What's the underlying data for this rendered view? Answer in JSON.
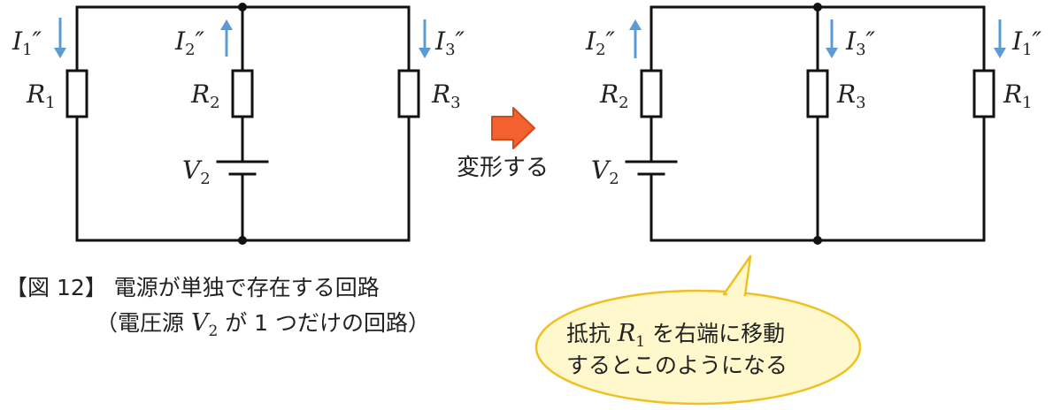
{
  "colors": {
    "wire": "#111111",
    "current_arrow": "#5b9bd5",
    "transform_arrow_fill": "#f2612e",
    "transform_arrow_stroke": "#d04a1c",
    "callout_fill": "#fff8cc",
    "callout_stroke": "#f0c020",
    "text": "#222222"
  },
  "left_circuit": {
    "currents": [
      {
        "base": "I",
        "sub": "1",
        "prime": "″",
        "direction": "down"
      },
      {
        "base": "I",
        "sub": "2",
        "prime": "″",
        "direction": "up"
      },
      {
        "base": "I",
        "sub": "3",
        "prime": "″",
        "direction": "down"
      }
    ],
    "resistors": [
      {
        "base": "R",
        "sub": "1"
      },
      {
        "base": "R",
        "sub": "2"
      },
      {
        "base": "R",
        "sub": "3"
      }
    ],
    "source": {
      "base": "V",
      "sub": "2"
    }
  },
  "transform": {
    "label": "変形する",
    "icon": "right-arrow-icon"
  },
  "right_circuit": {
    "currents": [
      {
        "base": "I",
        "sub": "2",
        "prime": "″",
        "direction": "up"
      },
      {
        "base": "I",
        "sub": "3",
        "prime": "″",
        "direction": "down"
      },
      {
        "base": "I",
        "sub": "1",
        "prime": "″",
        "direction": "down"
      }
    ],
    "resistors": [
      {
        "base": "R",
        "sub": "2"
      },
      {
        "base": "R",
        "sub": "3"
      },
      {
        "base": "R",
        "sub": "1"
      }
    ],
    "source": {
      "base": "V",
      "sub": "2"
    }
  },
  "caption": {
    "line1": "【図 12】 電源が単独で存在する回路",
    "line2_prefix": "（電圧源 ",
    "line2_var": "V",
    "line2_sub": "2",
    "line2_suffix": " が 1 つだけの回路）"
  },
  "callout": {
    "line1_prefix": "抵抗 ",
    "line1_var": "R",
    "line1_sub": "1",
    "line1_suffix": " を右端に移動",
    "line2": "するとこのようになる"
  }
}
